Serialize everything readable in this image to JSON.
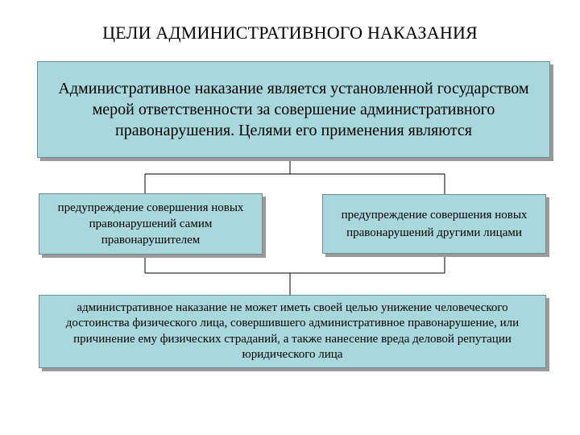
{
  "title": "ЦЕЛИ АДМИНИСТРАТИВНОГО НАКАЗАНИЯ",
  "main_box": "Административное наказание является установленной государством мерой ответственности за совершение административного правонарушения. Целями его применения являются",
  "goal_left": "предупреждение совершения новых правонарушений самим правонарушителем",
  "goal_right": "предупреждение совершения новых правонарушений другими лицами",
  "bottom_box": "административное наказание не может иметь своей целью унижение человеческого достоинства физического лица, совершившего административное правонарушение, или причинение ему физических страданий, а также нанесение вреда деловой репутации юридического лица",
  "colors": {
    "box_fill": "#a8d8dc",
    "connector": "#000000"
  }
}
